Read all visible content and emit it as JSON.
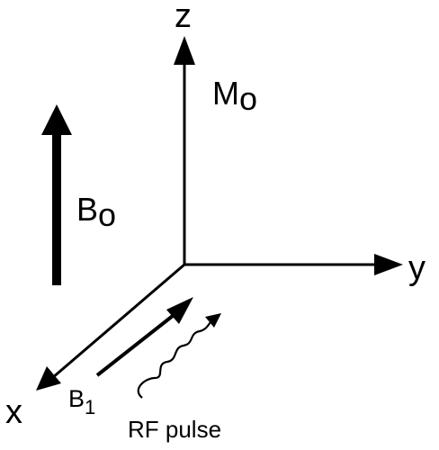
{
  "axes": {
    "z": "z",
    "y": "y",
    "x": "x"
  },
  "labels": {
    "M_main": "M",
    "M_sub": "o",
    "B0_main": "B",
    "B0_sub": "o",
    "B1_main": "B",
    "B1_sub": "1",
    "rf": "RF pulse"
  },
  "colors": {
    "ink": "#000000",
    "background": "#ffffff"
  }
}
